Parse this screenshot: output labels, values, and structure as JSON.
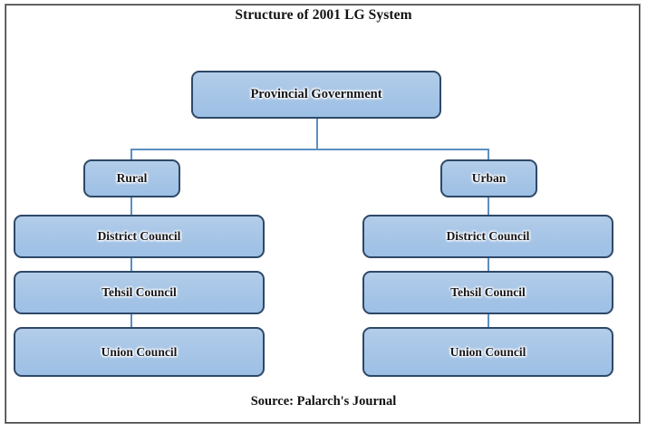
{
  "figure": {
    "title": "Structure of 2001 LG System",
    "source": "Source: Palarch's Journal",
    "accent_fill": "#A8C6E7",
    "accent_border": "#2E4868",
    "connector_color": "#5B8FC2",
    "frame_color": "#3A3A3A"
  },
  "chart_data": {
    "type": "diagram",
    "diagram_kind": "organization-chart",
    "title": "Structure of 2001 LG System",
    "source": "Source: Palarch's Journal",
    "root": "Provincial Government",
    "branches": [
      "Rural",
      "Urban"
    ],
    "levels": [
      "District Council",
      "Tehsil Council",
      "Union Council"
    ],
    "nodes": [
      {
        "id": "root",
        "label": "Provincial Government",
        "level": 0,
        "column": "center"
      },
      {
        "id": "rural",
        "label": "Rural",
        "level": 1,
        "column": "left"
      },
      {
        "id": "urban",
        "label": "Urban",
        "level": 1,
        "column": "right"
      },
      {
        "id": "rural-district",
        "label": "District Council",
        "level": 2,
        "column": "left"
      },
      {
        "id": "rural-tehsil",
        "label": "Tehsil Council",
        "level": 3,
        "column": "left"
      },
      {
        "id": "rural-union",
        "label": "Union Council",
        "level": 4,
        "column": "left"
      },
      {
        "id": "urban-district",
        "label": "District Council",
        "level": 2,
        "column": "right"
      },
      {
        "id": "urban-tehsil",
        "label": "Tehsil Council",
        "level": 3,
        "column": "right"
      },
      {
        "id": "urban-union",
        "label": "Union Council",
        "level": 4,
        "column": "right"
      }
    ],
    "edges": [
      {
        "from": "root",
        "to": "rural"
      },
      {
        "from": "root",
        "to": "urban"
      },
      {
        "from": "rural",
        "to": "rural-district"
      },
      {
        "from": "rural-district",
        "to": "rural-tehsil"
      },
      {
        "from": "rural-tehsil",
        "to": "rural-union"
      },
      {
        "from": "urban",
        "to": "urban-district"
      },
      {
        "from": "urban-district",
        "to": "urban-tehsil"
      },
      {
        "from": "urban-tehsil",
        "to": "urban-union"
      }
    ]
  }
}
